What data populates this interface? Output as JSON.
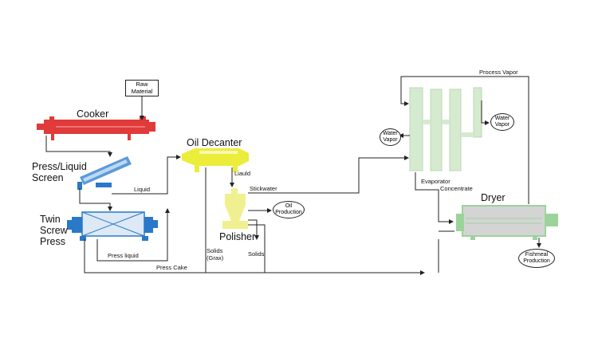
{
  "equipment": {
    "cooker": "Cooker",
    "press_screen": [
      "Press/Liquid",
      "Screen"
    ],
    "twin_press": [
      "Twin",
      "Screw",
      "Press"
    ],
    "oil_decanter": "Oil Decanter",
    "polisher": "Polisher",
    "dryer": "Dryer"
  },
  "boxes": {
    "raw_material": [
      "Raw",
      "Material"
    ]
  },
  "ovals": {
    "oil_production": [
      "Oil",
      "Production"
    ],
    "water_vapor_left": [
      "Water",
      "Vapor"
    ],
    "water_vapor_right": [
      "Water",
      "Vapor"
    ],
    "fishmeal_production": [
      "Fishmeal",
      "Production"
    ]
  },
  "flow_labels": {
    "liquid": "Liquid",
    "press_liquid": "Press liquid",
    "press_cake": "Press Cake",
    "liauld": "Liauld",
    "stickwater": "Stickwater",
    "solids_grax": [
      "Solids",
      "(Grax)"
    ],
    "solids": "Solids",
    "evaporator": "Evaporator",
    "concentrate": "Concentrate",
    "process_vapor": "Process Vapor"
  },
  "colors": {
    "cooker": "#e03a3a",
    "press_screen": "#2a78c8",
    "twin_press": "#2a78c8",
    "oil_decanter": "#ecec3a",
    "polisher": "#f0f090",
    "evaporator": "#cfe8c8",
    "dryer": "#9bd39b",
    "line": "#222222"
  }
}
